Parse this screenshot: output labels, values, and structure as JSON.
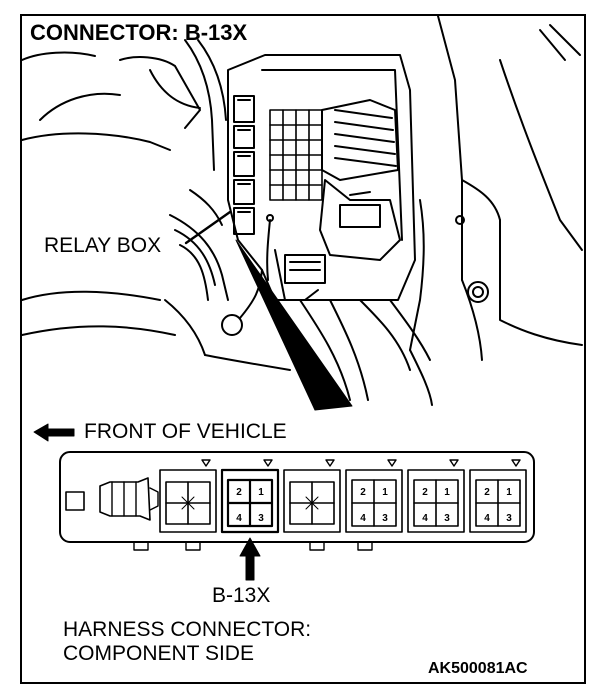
{
  "title": "CONNECTOR: B-13X",
  "labels": {
    "relay_box": "RELAY BOX",
    "front_of_vehicle": "FRONT OF VEHICLE",
    "connector_id": "B-13X",
    "harness_line1": "HARNESS CONNECTOR:",
    "harness_line2": "COMPONENT SIDE",
    "figure_code": "AK500081AC"
  },
  "pins": [
    "1",
    "2",
    "3",
    "4"
  ]
}
